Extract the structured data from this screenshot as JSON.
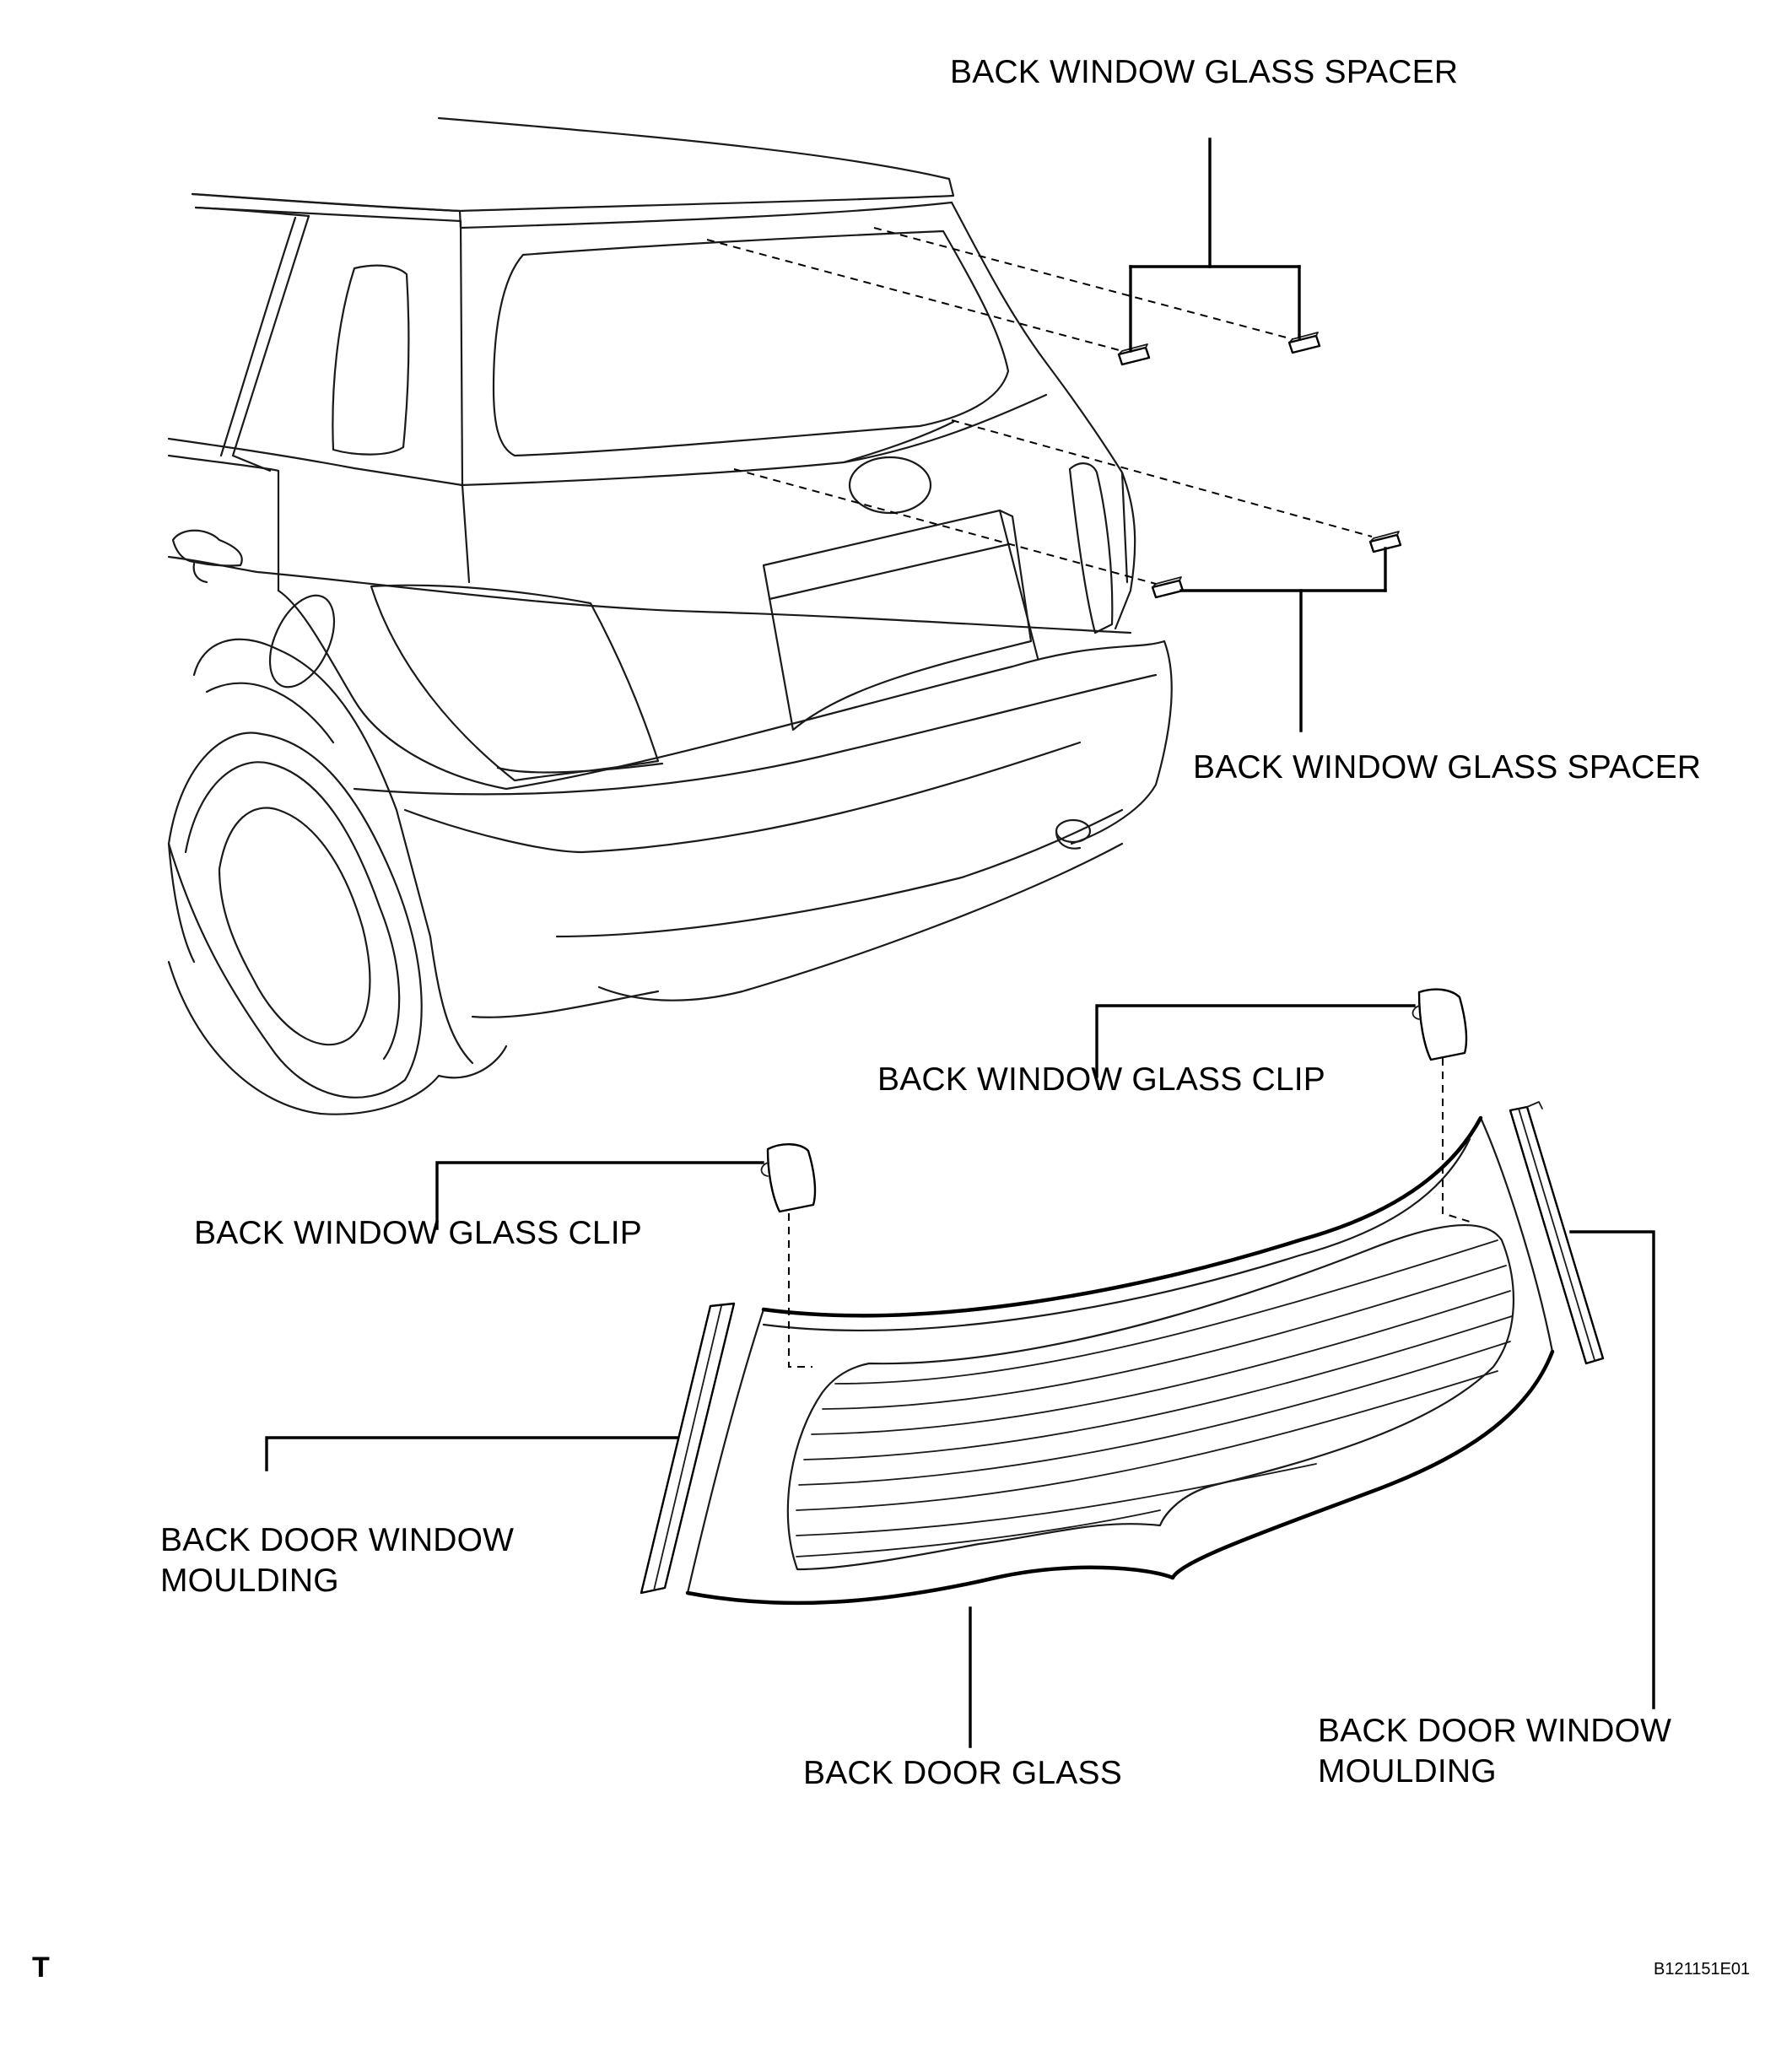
{
  "labels": {
    "spacer_top": "BACK WINDOW GLASS SPACER",
    "spacer_mid": "BACK WINDOW GLASS SPACER",
    "clip_right": "BACK WINDOW GLASS CLIP",
    "clip_left": "BACK WINDOW GLASS CLIP",
    "moulding_left_line1": "BACK DOOR WINDOW",
    "moulding_left_line2": "MOULDING",
    "glass": "BACK DOOR GLASS",
    "moulding_right_line1": "BACK DOOR WINDOW",
    "moulding_right_line2": "MOULDING"
  },
  "footer": {
    "corner_mark": "T",
    "figure_id": "B121151E01"
  }
}
